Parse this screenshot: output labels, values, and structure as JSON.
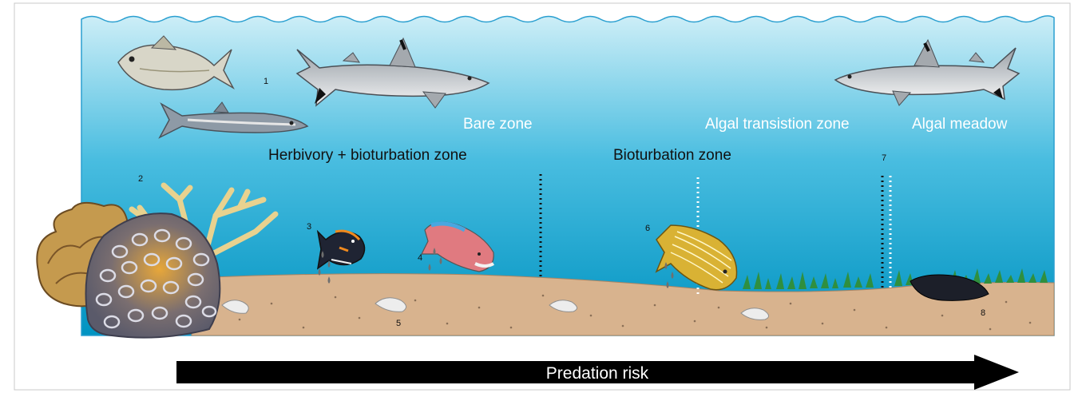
{
  "zones": {
    "bare_zone": "Bare zone",
    "algal_transition_zone": "Algal transistion zone",
    "algal_meadow": "Algal  meadow",
    "herbivory_bioturbation_zone": "Herbivory + bioturbation zone",
    "bioturbation_zone": "Bioturbation zone"
  },
  "markers": {
    "m1": "1",
    "m2": "2",
    "m3": "3",
    "m4": "4",
    "m5": "5",
    "m6": "6",
    "m7": "7",
    "m8": "8"
  },
  "arrow": {
    "label": "Predation risk"
  },
  "colors": {
    "water_top": "#c9ecf6",
    "water_bottom": "#0096c3",
    "sand": "#d9b48f",
    "seagrass": "#2f8f3f",
    "arrow": "#000000"
  }
}
